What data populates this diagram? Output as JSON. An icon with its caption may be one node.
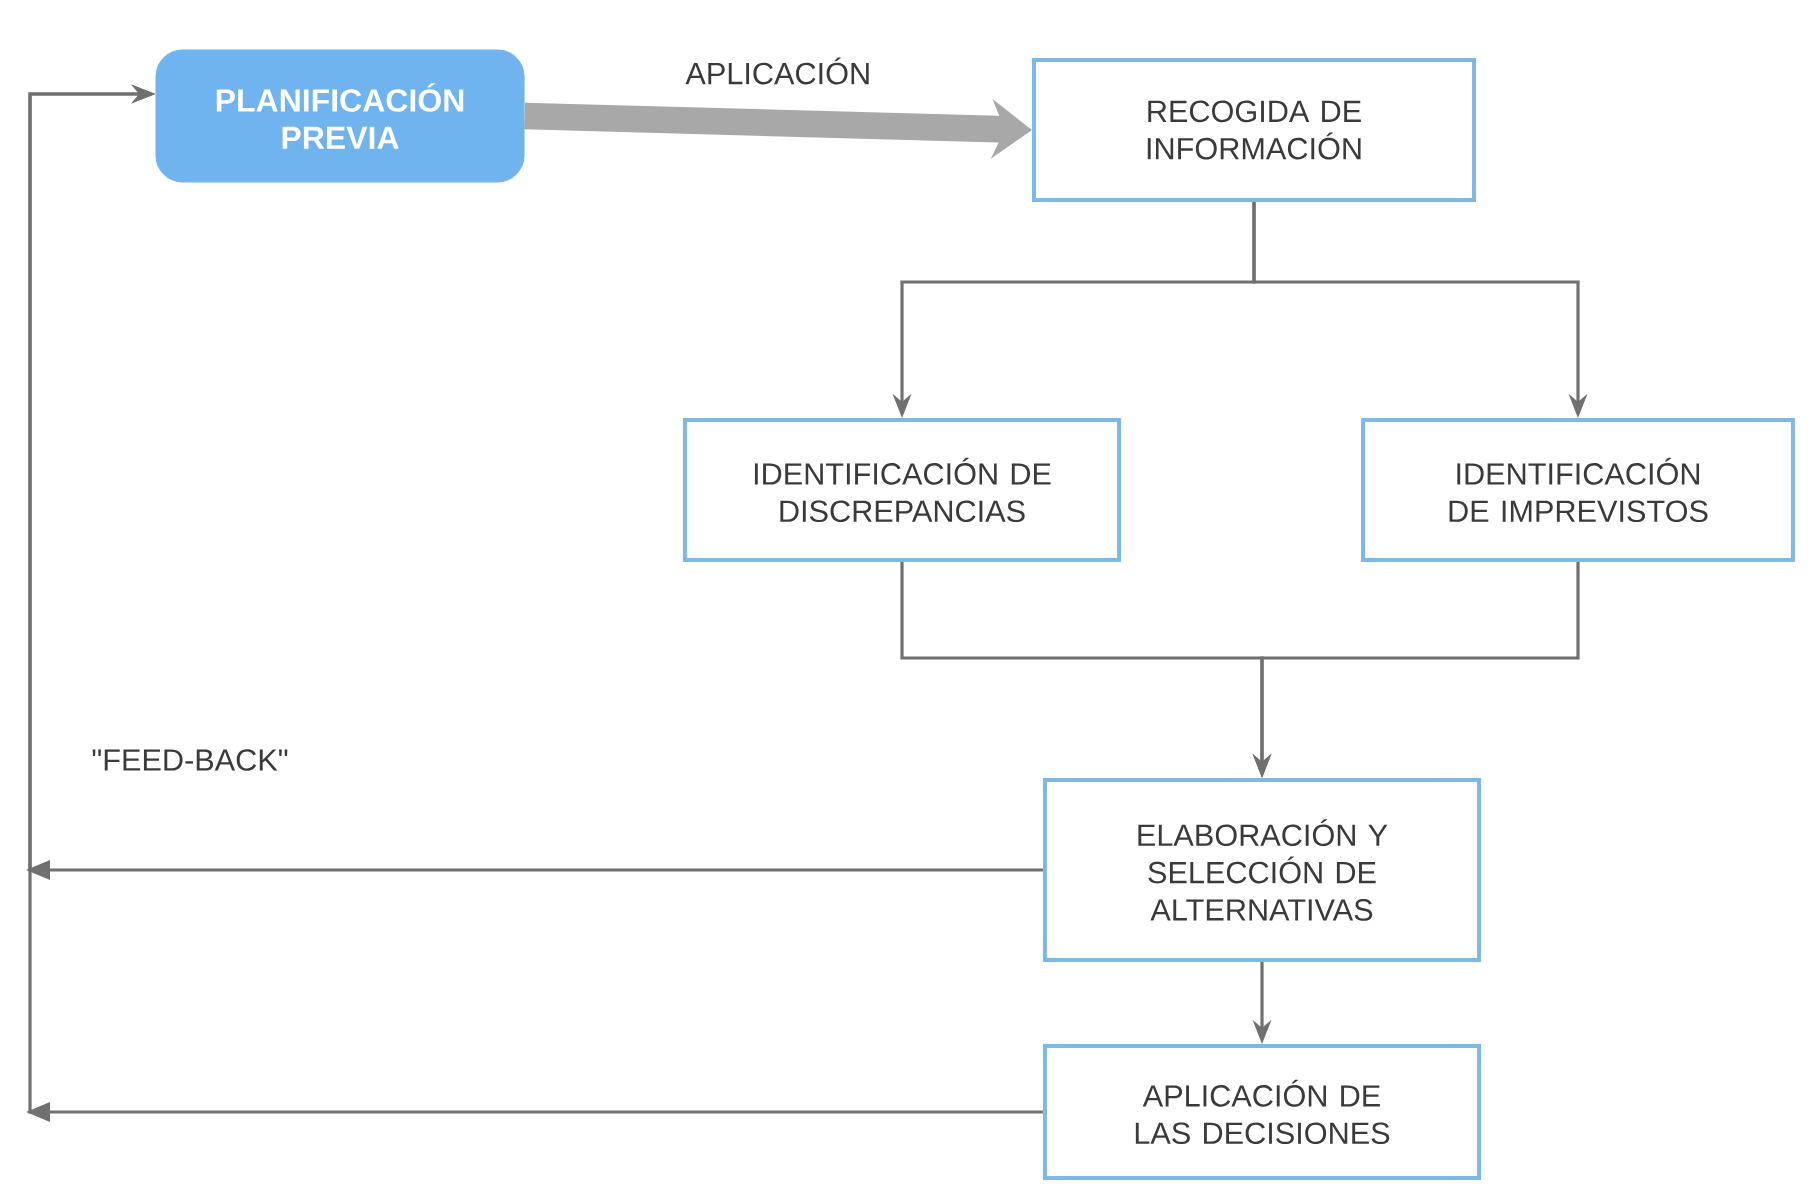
{
  "diagram": {
    "nodes": [
      {
        "text": [
          "PLANIFICACIÓN PREVIA"
        ]
      },
      {
        "text": [
          "RECOGIDA DE INFORMACIÓN"
        ]
      },
      {
        "text": [
          "IDENTIFICACIÓN DE DISCREPANCIAS"
        ]
      },
      {
        "text": [
          "IDENTIFICACIÓN DE IMPREVISTOS"
        ]
      },
      {
        "text": [
          "ELABORACIÓN Y SELECCIÓN DE ALTERNATIVAS"
        ]
      },
      {
        "text": [
          "APLICACIÓN DE LAS DECISIONES"
        ]
      }
    ],
    "edges": [
      {
        "from": 0,
        "to": 1,
        "arrow": "to",
        "label": "APLICACIÓN",
        "style": "thick",
        "color": "#a8a8a8"
      },
      {
        "from": 1,
        "to": 2,
        "arrow": "to"
      },
      {
        "from": 1,
        "to": 3,
        "arrow": "to"
      },
      {
        "from": 2,
        "to": 4,
        "arrow": "to"
      },
      {
        "from": 3,
        "to": 4,
        "arrow": "to"
      },
      {
        "from": 4,
        "to": 5,
        "arrow": "to"
      },
      {
        "from": 4,
        "to": 0,
        "arrow": "to"
      },
      {
        "from": 5,
        "to": 0,
        "arrow": "to"
      }
    ],
    "labels": [
      "\"FEED-BACK\""
    ]
  }
}
